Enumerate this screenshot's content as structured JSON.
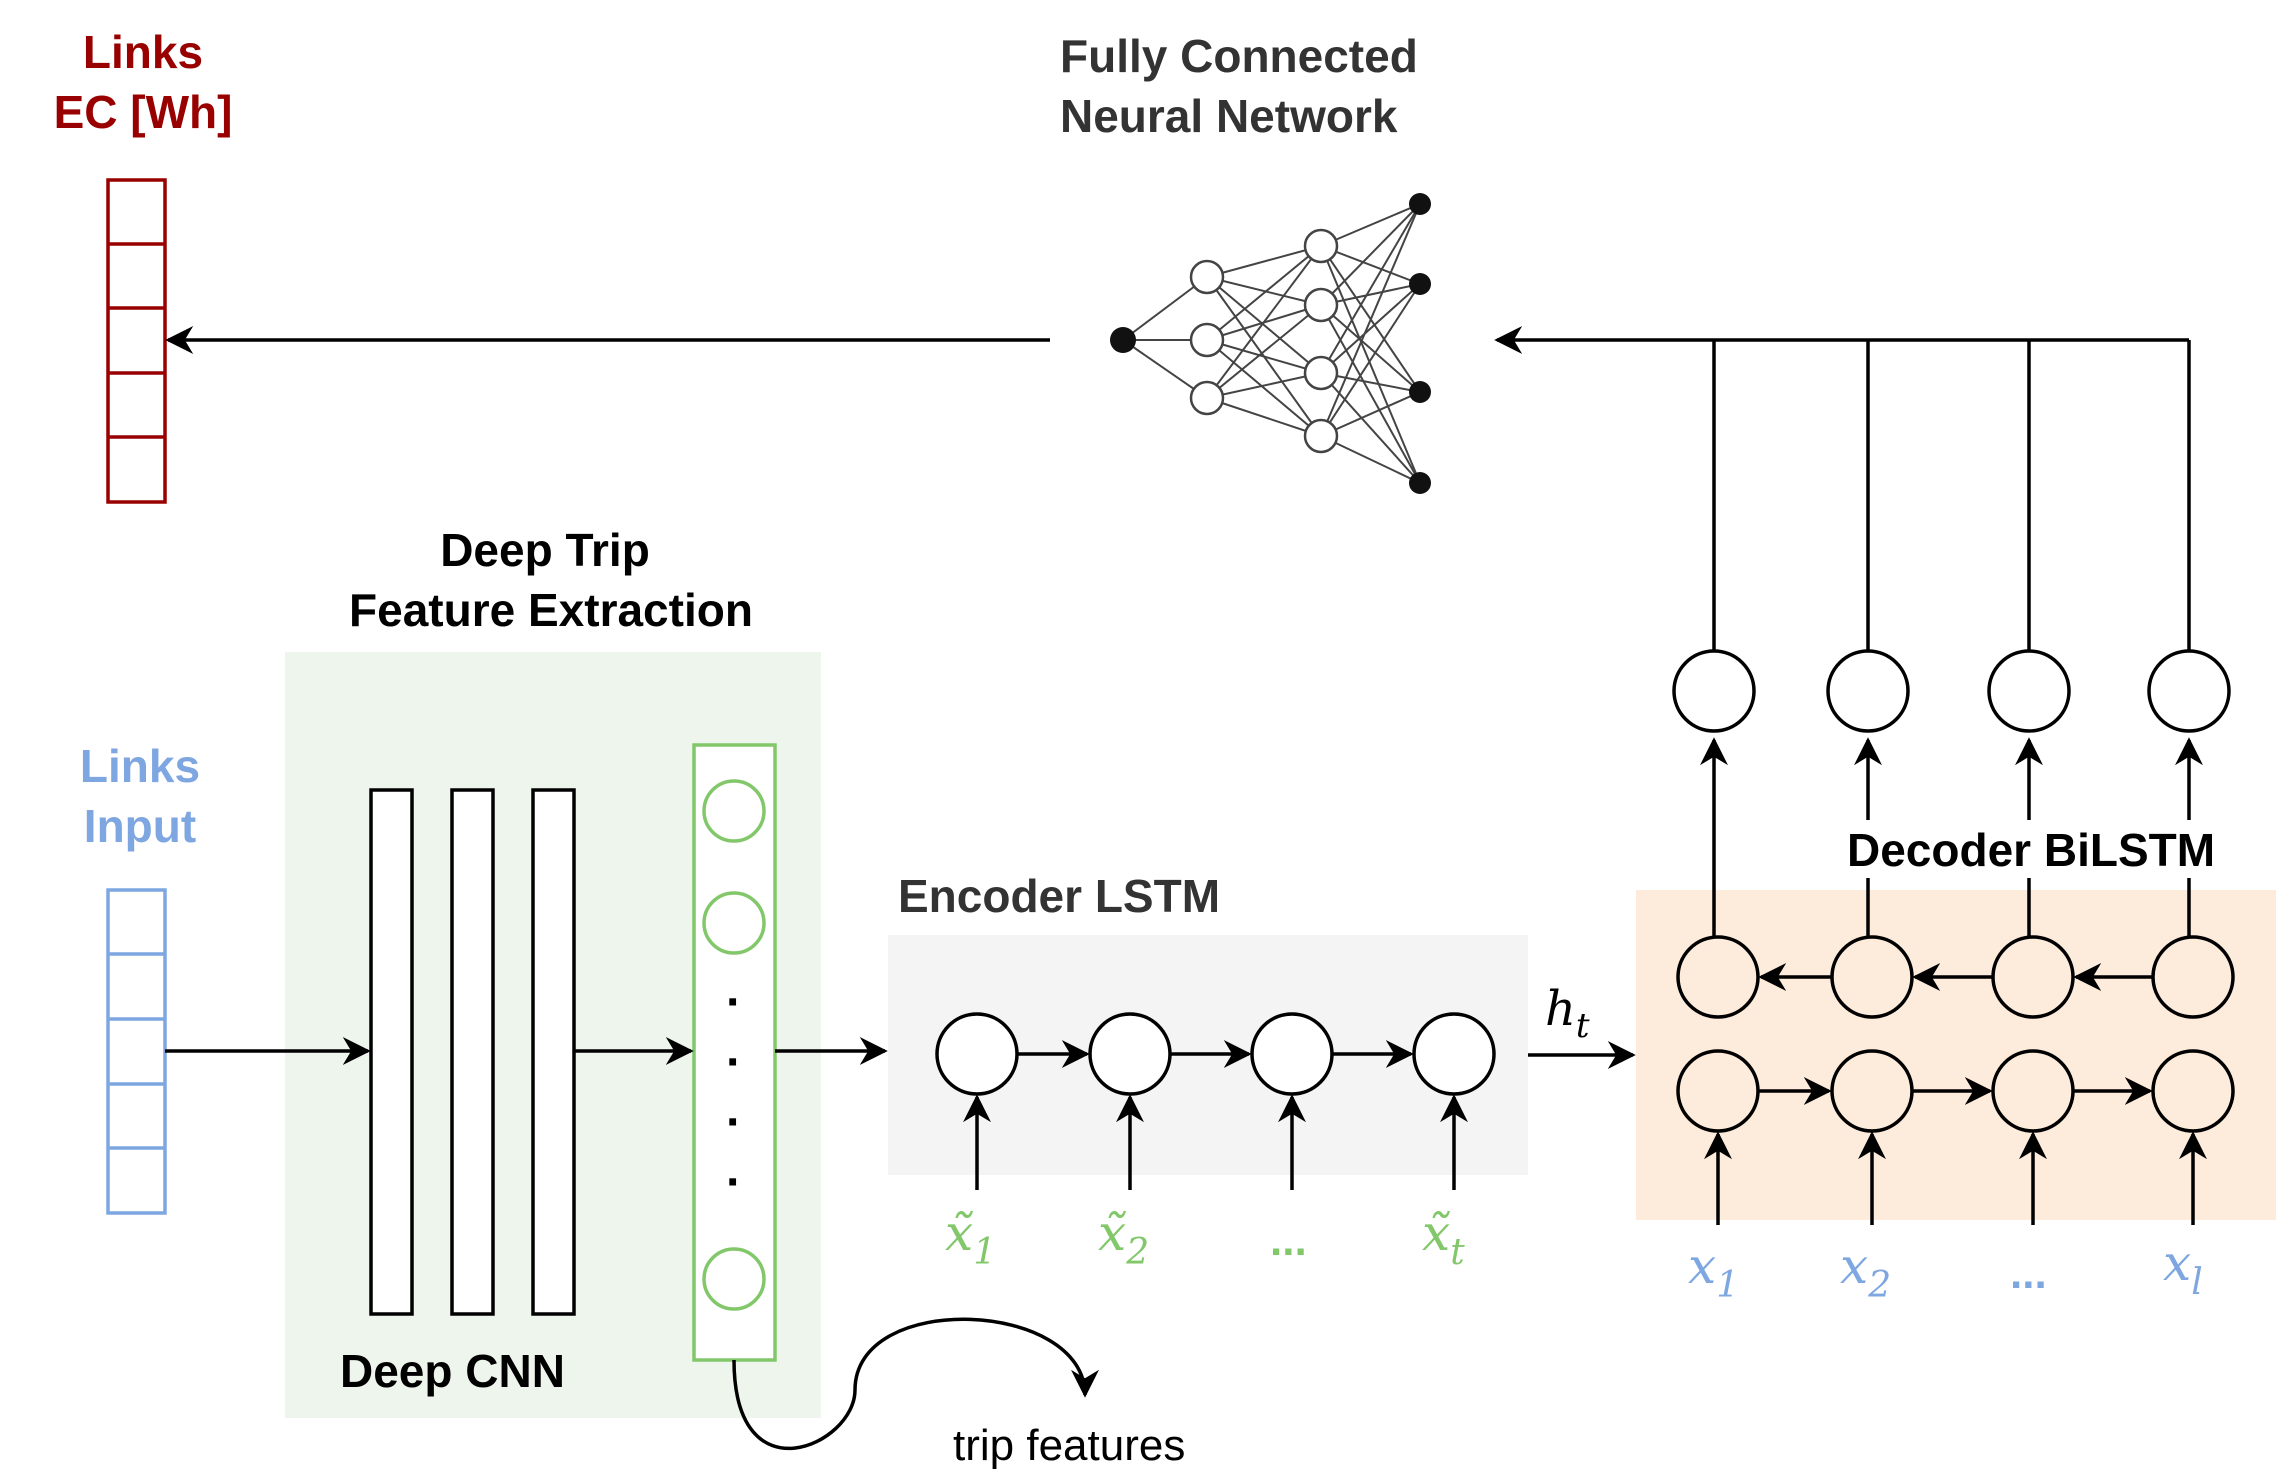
{
  "colors": {
    "ec_red": "#990000",
    "input_blue": "#7ea6e0",
    "feature_green": "#82c76a",
    "feature_bg": "#eef5ec",
    "encoder_bg": "#f4f4f4",
    "decoder_bg": "#fdebdb",
    "text_dark": "#333333",
    "black": "#000000"
  },
  "labels": {
    "links_ec_line1": "Links",
    "links_ec_line2": "EC [Wh]",
    "fcnn_line1": "Fully Connected",
    "fcnn_line2": "Neural Network",
    "feature_line1": "Deep Trip",
    "feature_line2": "Feature Extraction",
    "links_input_line1": "Links",
    "links_input_line2": "Input",
    "deep_cnn": "Deep CNN",
    "encoder": "Encoder LSTM",
    "decoder": "Decoder BiLSTM",
    "trip_features": "trip features",
    "hidden_state": "h",
    "hidden_state_sub": "t"
  },
  "encoder_inputs": [
    {
      "base": "x̃",
      "sub": "1"
    },
    {
      "base": "x̃",
      "sub": "2"
    },
    {
      "base": "...",
      "sub": ""
    },
    {
      "base": "x̃",
      "sub": "t"
    }
  ],
  "decoder_inputs": [
    {
      "base": "x",
      "sub": "1"
    },
    {
      "base": "x",
      "sub": "2"
    },
    {
      "base": "...",
      "sub": ""
    },
    {
      "base": "x",
      "sub": "l"
    }
  ],
  "feature_vector_dots": [
    "·",
    "·",
    "·",
    "·"
  ]
}
